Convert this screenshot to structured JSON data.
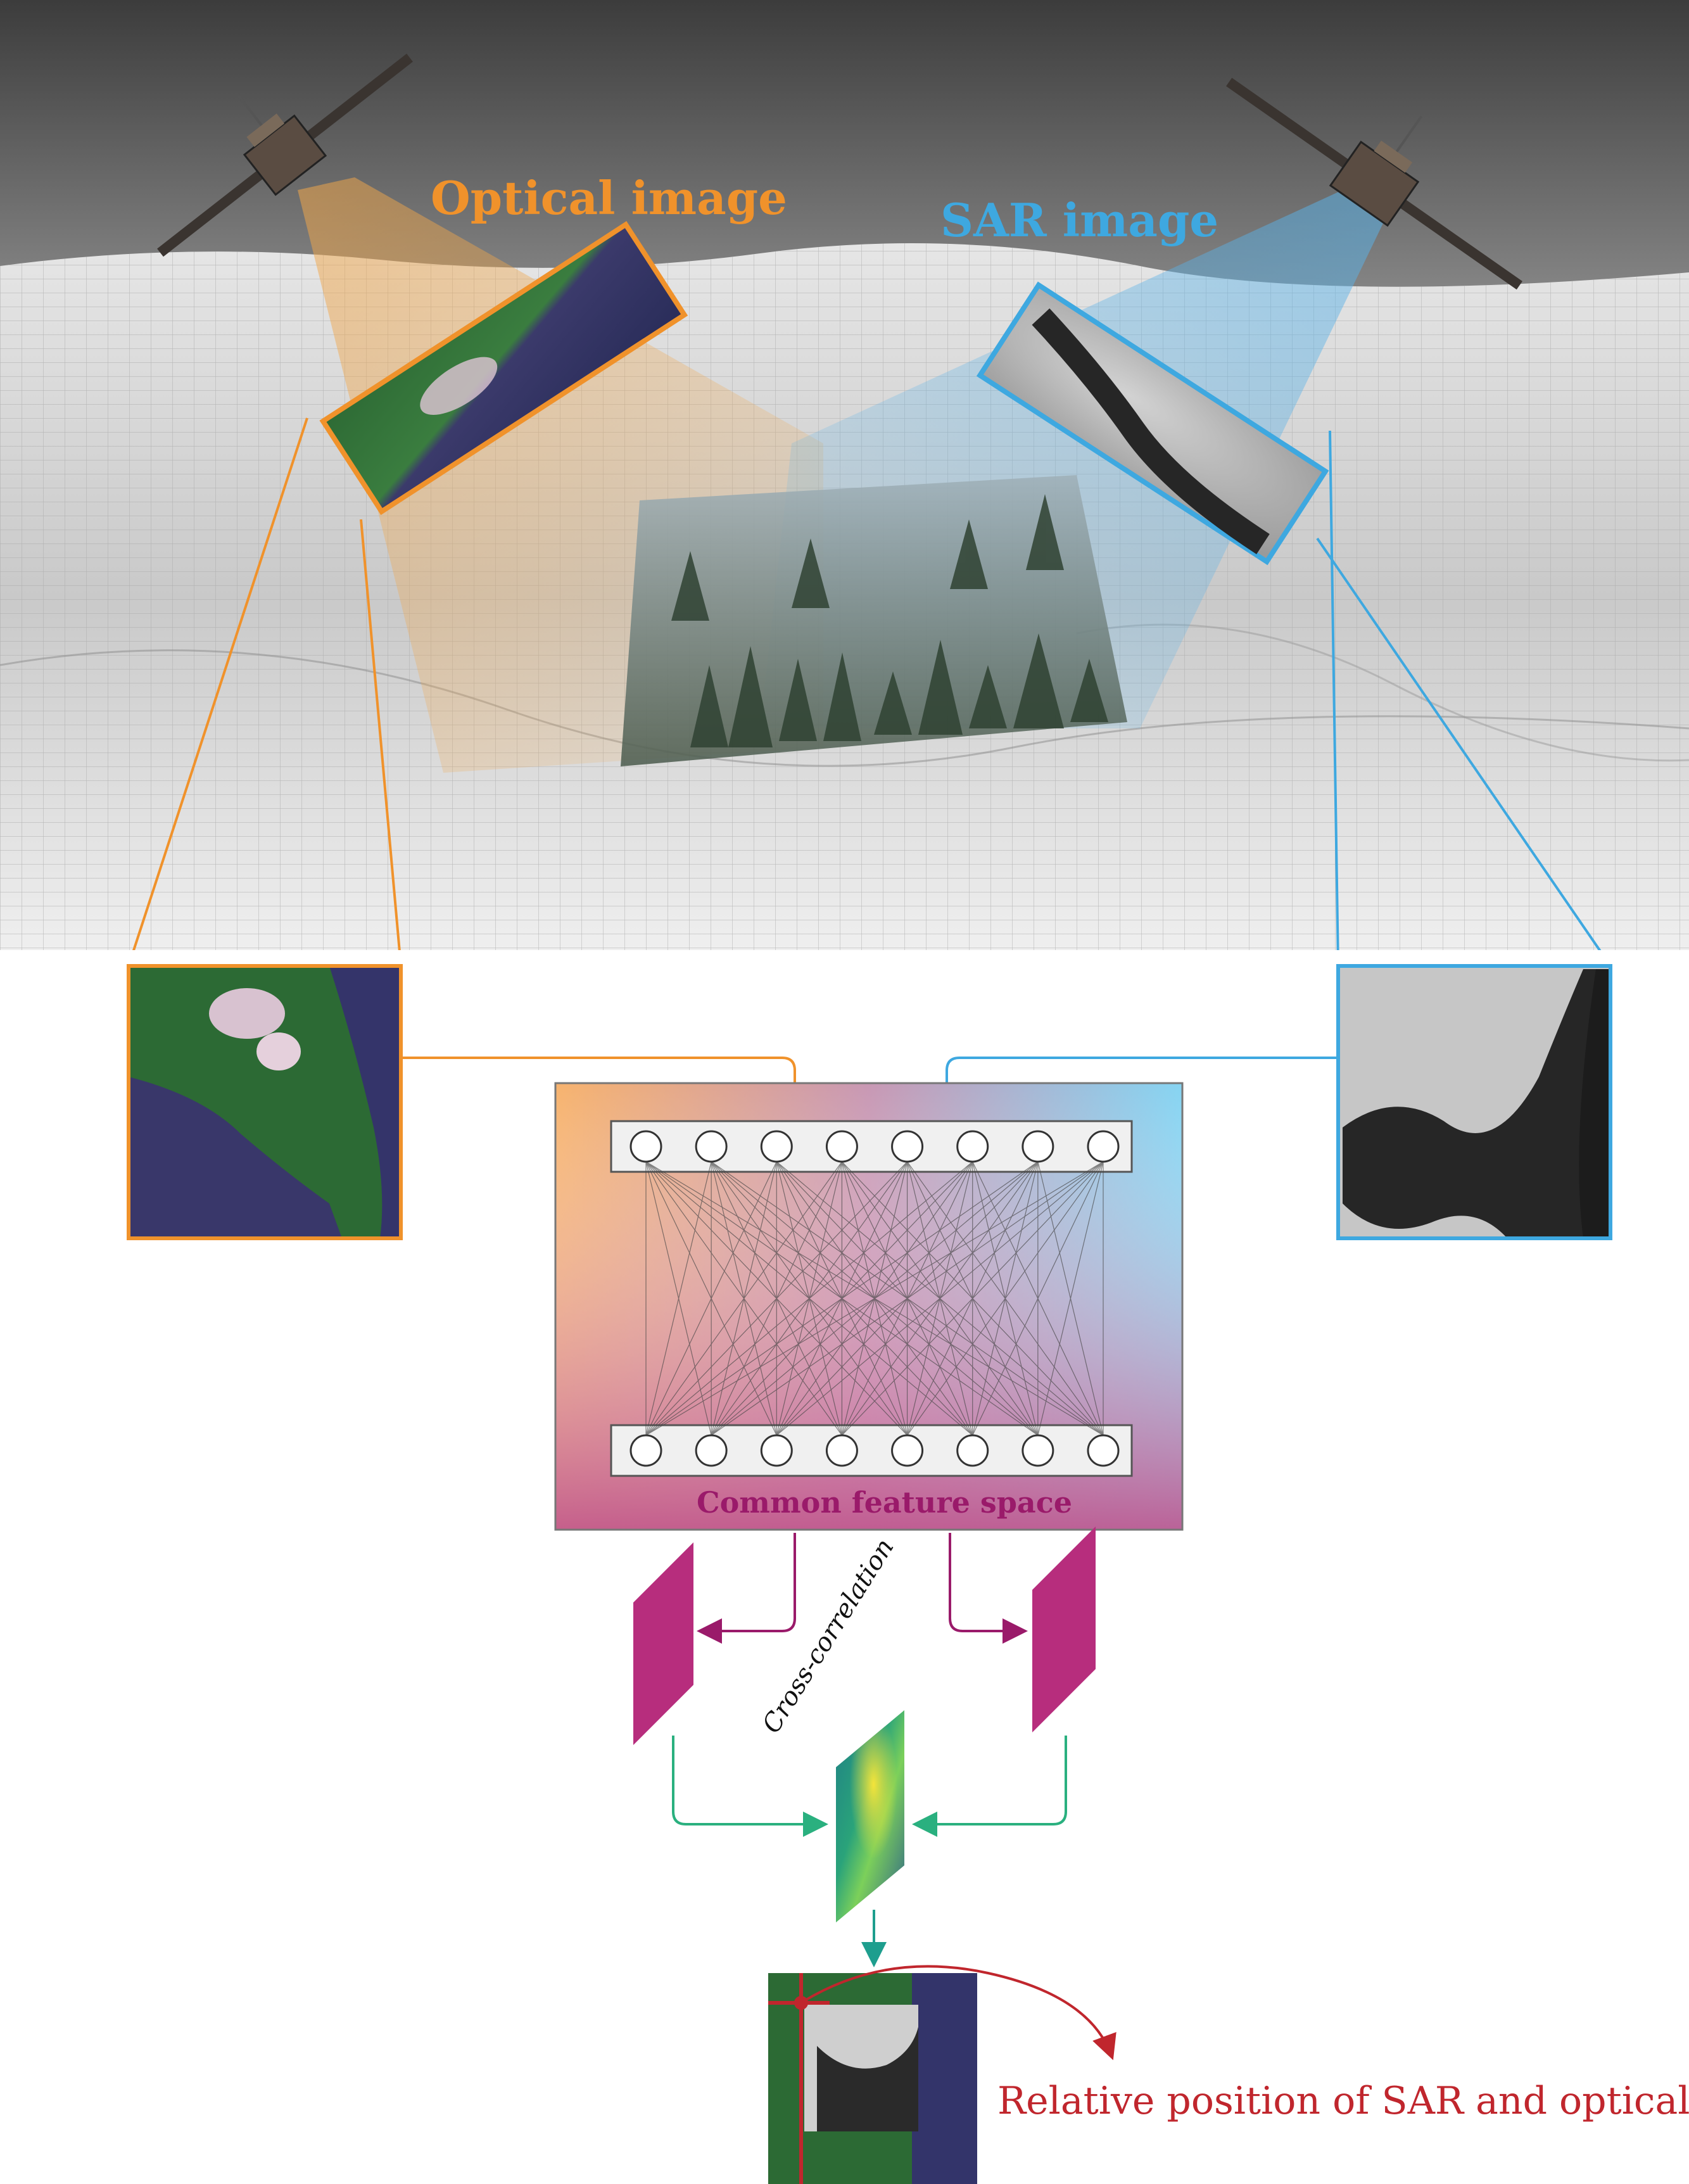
{
  "labels": {
    "optical_image": "Optical image",
    "sar_image": "SAR image",
    "common_feature_space": "Common feature space",
    "cross_correlation": "Cross-correlation",
    "relative_position": "Relative position of SAR and optical"
  },
  "network": {
    "input_nodes": 8,
    "output_nodes": 8
  },
  "colors": {
    "optical": "#f0922b",
    "sar": "#3ea8e0",
    "feature": "#b72d7d",
    "correlation": "#2ab07f",
    "result": "#c0262d"
  }
}
